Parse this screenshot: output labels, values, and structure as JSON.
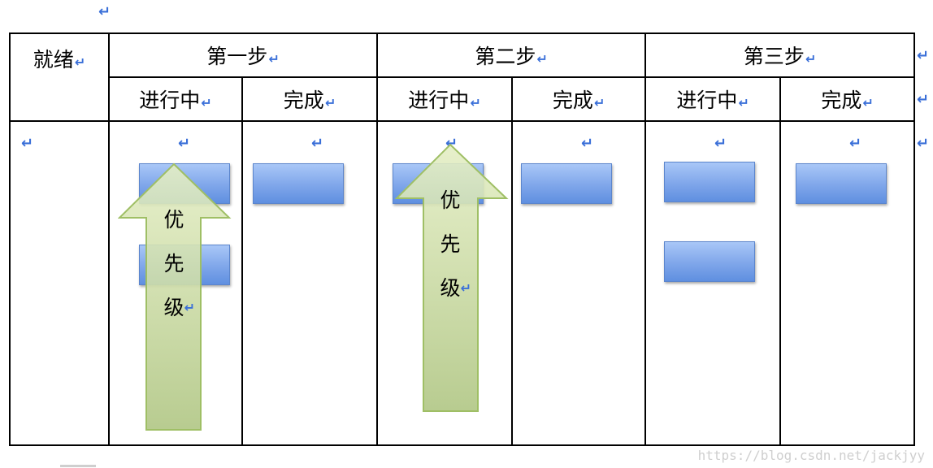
{
  "paragraph_mark": "↵",
  "headers": {
    "ready": "就绪",
    "steps": [
      {
        "title": "第一步",
        "in_progress": "进行中",
        "done": "完成"
      },
      {
        "title": "第二步",
        "in_progress": "进行中",
        "done": "完成"
      },
      {
        "title": "第三步",
        "in_progress": "进行中",
        "done": "完成"
      }
    ]
  },
  "arrows": [
    {
      "chars": [
        "优",
        "先",
        "级"
      ]
    },
    {
      "chars": [
        "优",
        "先",
        "级"
      ]
    }
  ],
  "watermark": "https://blog.csdn.net/jackjyy",
  "colors": {
    "card_fill": "#7fa6ea",
    "arrow_fill": "#cfdf9c",
    "mark": "#3a6fd8"
  }
}
